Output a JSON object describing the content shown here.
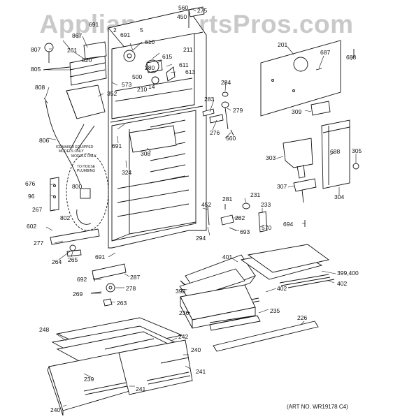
{
  "watermark": "AppliancePartsPros.com",
  "art_number": "(ART NO. WR19178 C4)",
  "notes": {
    "icemaker_line1": "ICEMAKER EQUIPPED",
    "icemaker_line2": "MODELS ONLY",
    "icemaker_line3": "MODELS ONLY",
    "plumbing_line1": "TO HOUSE",
    "plumbing_line2": "PLUMBING"
  },
  "labels": [
    "560",
    "275",
    "450",
    "691",
    "2",
    "5",
    "610",
    "867",
    "691",
    "261",
    "807",
    "820",
    "615",
    "211",
    "805",
    "500",
    "280",
    "611",
    "613",
    "573",
    "14",
    "210",
    "352",
    "808",
    "284",
    "283",
    "279",
    "276",
    "560",
    "806",
    "691",
    "308",
    "324",
    "676",
    "96",
    "267",
    "800",
    "802",
    "602",
    "277",
    "264",
    "265",
    "691",
    "287",
    "692",
    "278",
    "269",
    "263",
    "452",
    "281",
    "231",
    "233",
    "282",
    "570",
    "693",
    "294",
    "201",
    "687",
    "688",
    "309",
    "303",
    "688",
    "305",
    "307",
    "304",
    "694",
    "401",
    "399,400",
    "402",
    "398",
    "402",
    "236",
    "235",
    "226",
    "248",
    "242",
    "240",
    "239",
    "241",
    "241",
    "240"
  ]
}
